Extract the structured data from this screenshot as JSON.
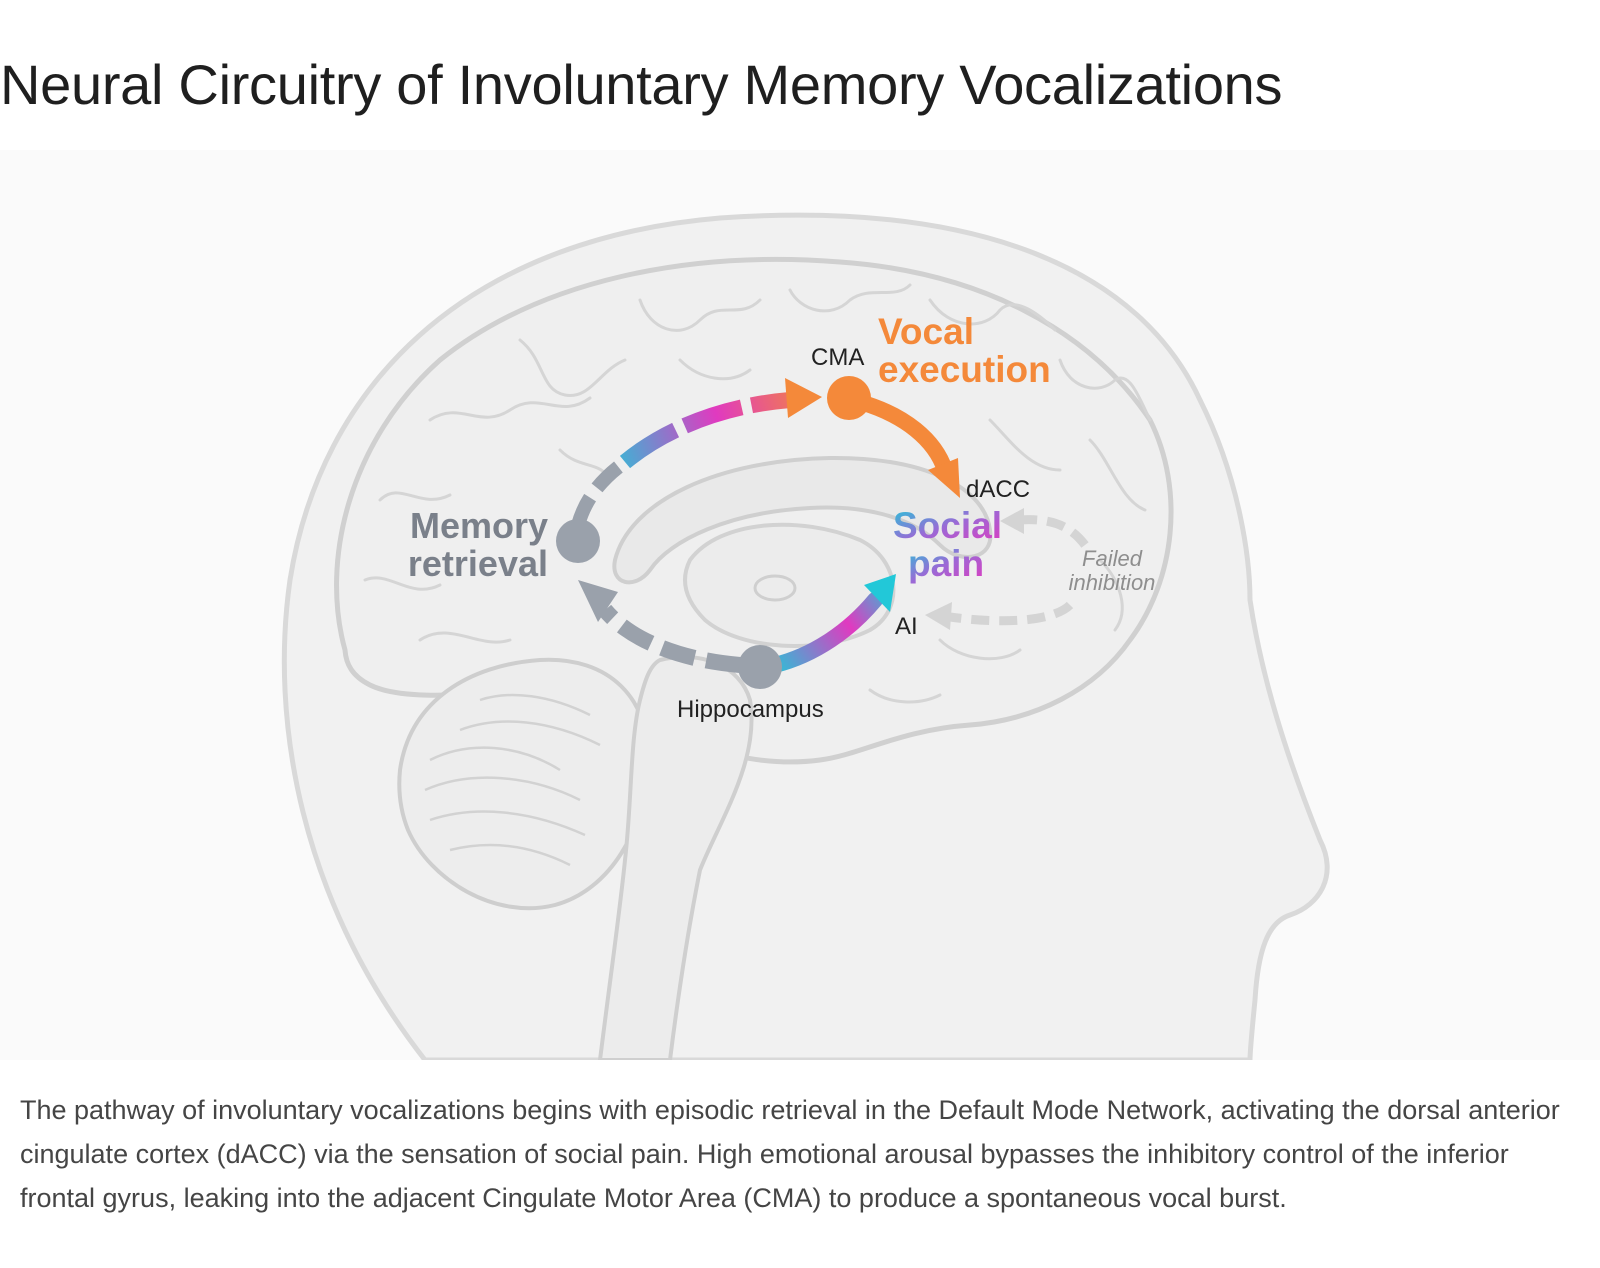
{
  "title": "Neural Circuitry of Involuntary Memory Vocalizations",
  "labels": {
    "memory_line1": "Memory",
    "memory_line2": "retrieval",
    "vocal_line1": "Vocal",
    "vocal_line2": "execution",
    "social_line1": "Social",
    "social_line2": "pain",
    "failed_line1": "Failed",
    "failed_line2": "inhibition",
    "cma": "CMA",
    "dacc": "dACC",
    "ai": "AI",
    "hippocampus": "Hippocampus"
  },
  "caption": "The pathway of involuntary vocalizations begins with episodic retrieval in the Default Mode Network, activating the dorsal anterior cingulate cortex (dACC) via the sensation of social pain. High emotional arousal bypasses the inhibitory control of the inferior frontal gyrus, leaking into the adjacent Cingulate Motor Area (CMA) to produce a spontaneous vocal burst.",
  "colors": {
    "memory_gray": "#7a808a",
    "vocal_orange": "#f4893a",
    "cyan": "#22c8d8",
    "magenta": "#e03ac0",
    "failed_gray": "#d4d4d4"
  }
}
